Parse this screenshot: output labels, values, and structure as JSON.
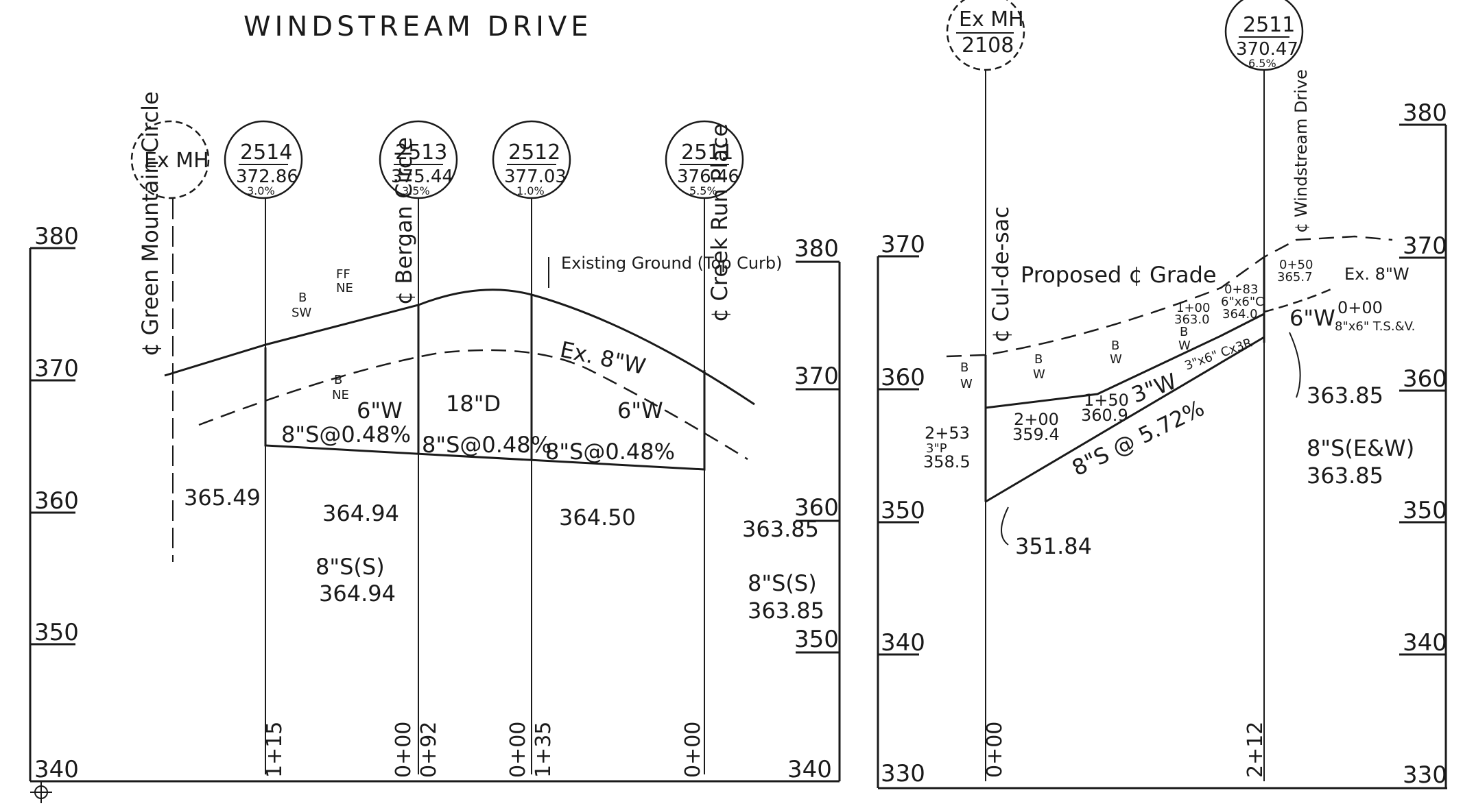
{
  "title": "WINDSTREAM DRIVE",
  "left_profile": {
    "left_scale": [
      "380",
      "370",
      "360",
      "350",
      "340"
    ],
    "right_scale": [
      "380",
      "370",
      "360",
      "350",
      "340"
    ],
    "manholes": [
      {
        "top": "Ex MH",
        "bottom": "",
        "pct": ""
      },
      {
        "top": "2514",
        "bottom": "372.86",
        "pct": "3.0%"
      },
      {
        "top": "2513",
        "bottom": "375.44",
        "pct": "3.5%"
      },
      {
        "top": "2512",
        "bottom": "377.03",
        "pct": "1.0%"
      },
      {
        "top": "2511",
        "bottom": "376.46",
        "pct": "5.5%"
      }
    ],
    "streets": [
      "¢ Green Mountain Circle",
      "¢ Bergan Circle",
      "¢ Creek Run Place"
    ],
    "existing_ground": "Existing Ground (Top Curb)",
    "ex_water": "Ex. 8\"W",
    "pipe_segments": [
      "8\"S@0.48%",
      "8\"S@0.48%",
      "8\"S@0.48%"
    ],
    "inverts": [
      "365.49",
      "364.94",
      "364.50",
      "363.85"
    ],
    "services": [
      {
        "size": "8\"S(S)",
        "elev": "364.94"
      },
      {
        "size": "8\"S(S)",
        "elev": "363.85"
      }
    ],
    "callouts": [
      "6\"W",
      "18\"D",
      "6\"W"
    ],
    "utility_marks": [
      "B",
      "SW",
      "FF",
      "NE",
      "B",
      "NE"
    ],
    "stations": [
      "1+15",
      "0+00",
      "0+92",
      "0+00",
      "1+35",
      "0+00"
    ]
  },
  "right_profile": {
    "left_scale": [
      "370",
      "360",
      "350",
      "340",
      "330"
    ],
    "right_scale": [
      "380",
      "370",
      "360",
      "350",
      "340",
      "330"
    ],
    "manholes": [
      {
        "top": "Ex MH",
        "bottom": "2108",
        "pct": ""
      },
      {
        "top": "2511",
        "bottom": "370.47",
        "pct": "6.5%"
      }
    ],
    "streets": [
      "¢ Cul-de-sac",
      "¢ Windstream Drive"
    ],
    "proposed_grade": "Proposed ¢ Grade",
    "pipe": "8\"S @ 5.72%",
    "water_line": "3\"W",
    "grade_points": [
      {
        "sta": "2+53",
        "sub": "3\"P",
        "elev": "358.5"
      },
      {
        "sta": "2+00",
        "sub": "",
        "elev": "359.4"
      },
      {
        "sta": "1+50",
        "sub": "",
        "elev": "360.9"
      },
      {
        "sta": "1+00",
        "sub": "",
        "elev": "363.0"
      },
      {
        "sta": "0+83",
        "sub": "6\"x6\"C",
        "elev": "364.0"
      },
      {
        "sta": "0+50",
        "sub": "",
        "elev": "365.7"
      }
    ],
    "ex_water": "Ex. 8\"W",
    "tap": "0+00",
    "tap_note": "8\"x6\" T.S.&V.",
    "w6": "6\"W",
    "reducer": "3\"x6\" Cx3R",
    "inverts": [
      "351.84",
      "363.85"
    ],
    "service": {
      "size": "8\"S(E&W)",
      "elev": "363.85"
    },
    "utility_marks": [
      "B",
      "W",
      "B",
      "W",
      "B",
      "W",
      "B",
      "W"
    ],
    "stations": [
      "0+00",
      "2+12"
    ]
  }
}
